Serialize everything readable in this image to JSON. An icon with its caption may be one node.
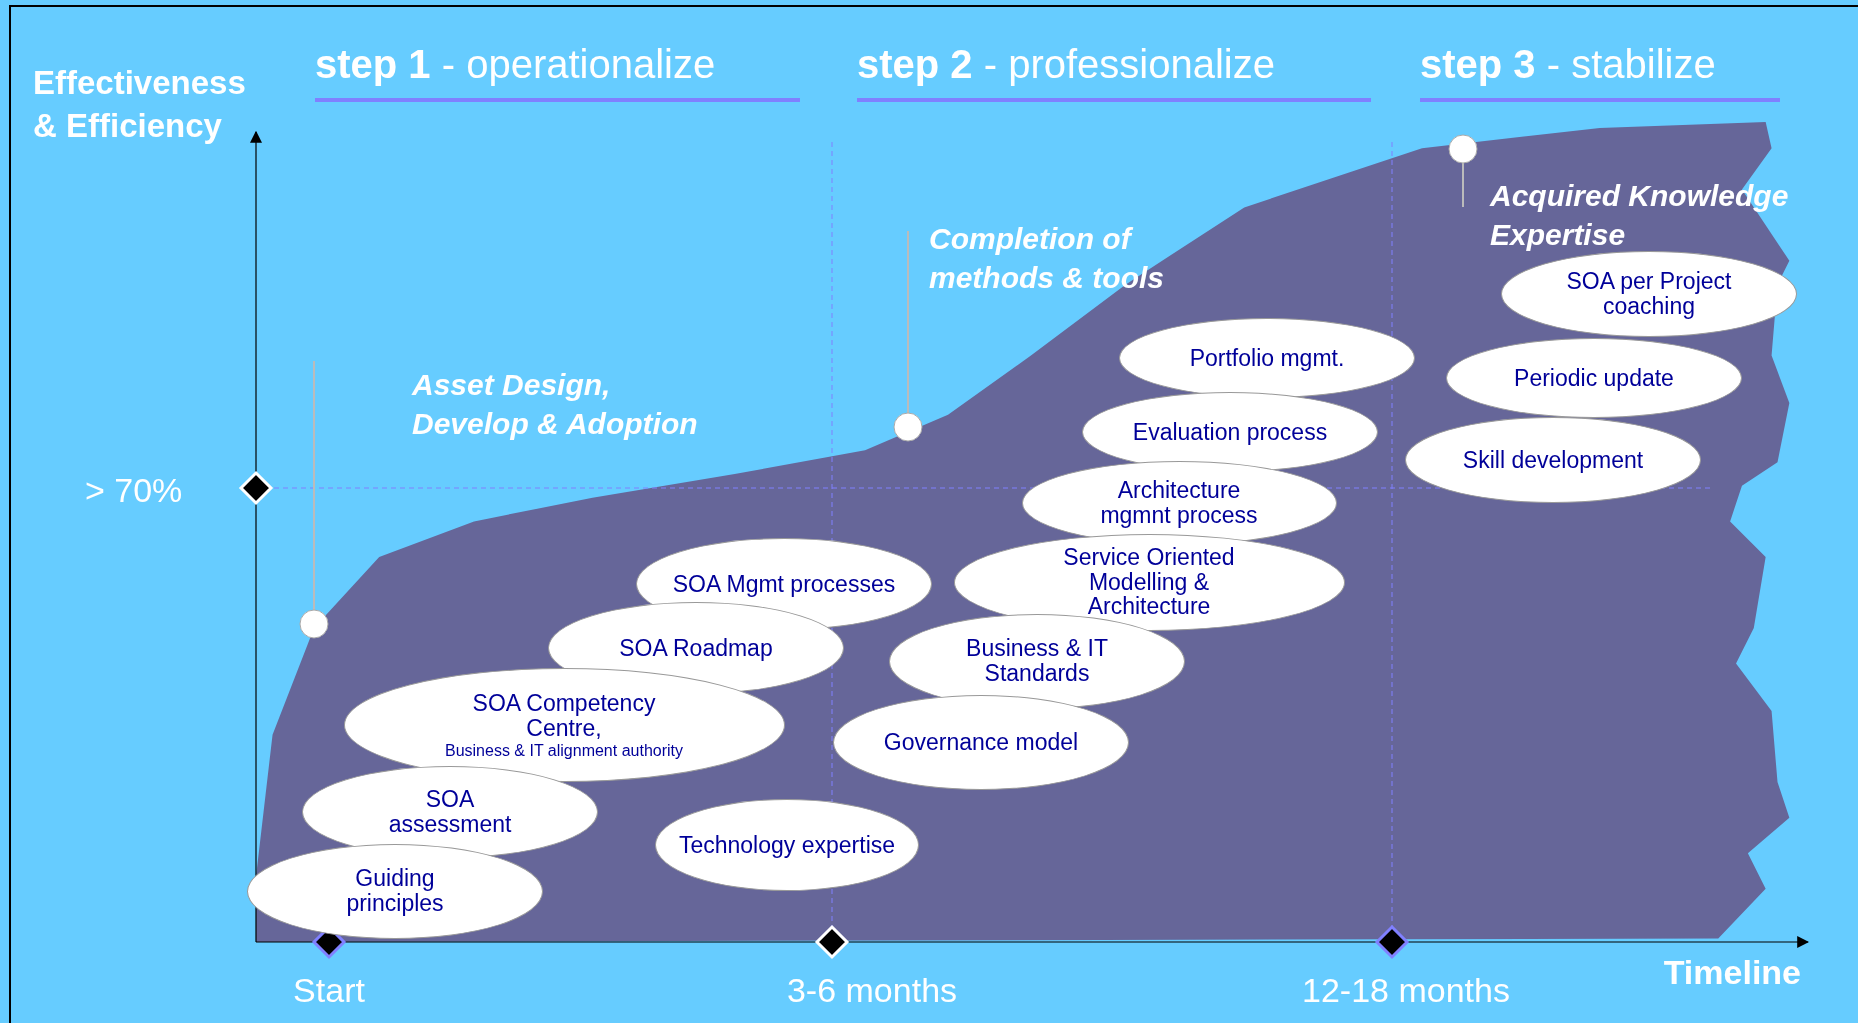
{
  "diagram": {
    "nodes": [
      {
        "text": [
          "Guiding principles"
        ]
      },
      {
        "text": [
          "SOA assessment"
        ]
      },
      {
        "text": [
          "SOA Competency Centre,",
          "Business & IT alignment authority"
        ]
      },
      {
        "text": [
          "SOA Roadmap"
        ]
      },
      {
        "text": [
          "SOA Mgmt processes"
        ]
      },
      {
        "text": [
          "Technology expertise"
        ]
      },
      {
        "text": [
          "Governance model"
        ]
      },
      {
        "text": [
          "Business & IT Standards"
        ]
      },
      {
        "text": [
          "Service Oriented Modelling & Architecture"
        ]
      },
      {
        "text": [
          "Architecture mgmnt process"
        ]
      },
      {
        "text": [
          "Evaluation process"
        ]
      },
      {
        "text": [
          "Portfolio mgmt."
        ]
      },
      {
        "text": [
          "Skill development"
        ]
      },
      {
        "text": [
          "Periodic update"
        ]
      },
      {
        "text": [
          "SOA per Project coaching"
        ]
      }
    ],
    "labels": [
      "**step 1** - operationalize",
      "**step 2** - professionalize",
      "**step 3** - stabilize",
      "Effectiveness & Efficiency",
      "Acquired Knowledge Expertise",
      "Completion of methods & tools",
      "Asset Design, Develop & Adoption",
      "> 70%",
      "Start",
      "3-6 months",
      "12-18 months",
      "Timeline"
    ]
  }
}
